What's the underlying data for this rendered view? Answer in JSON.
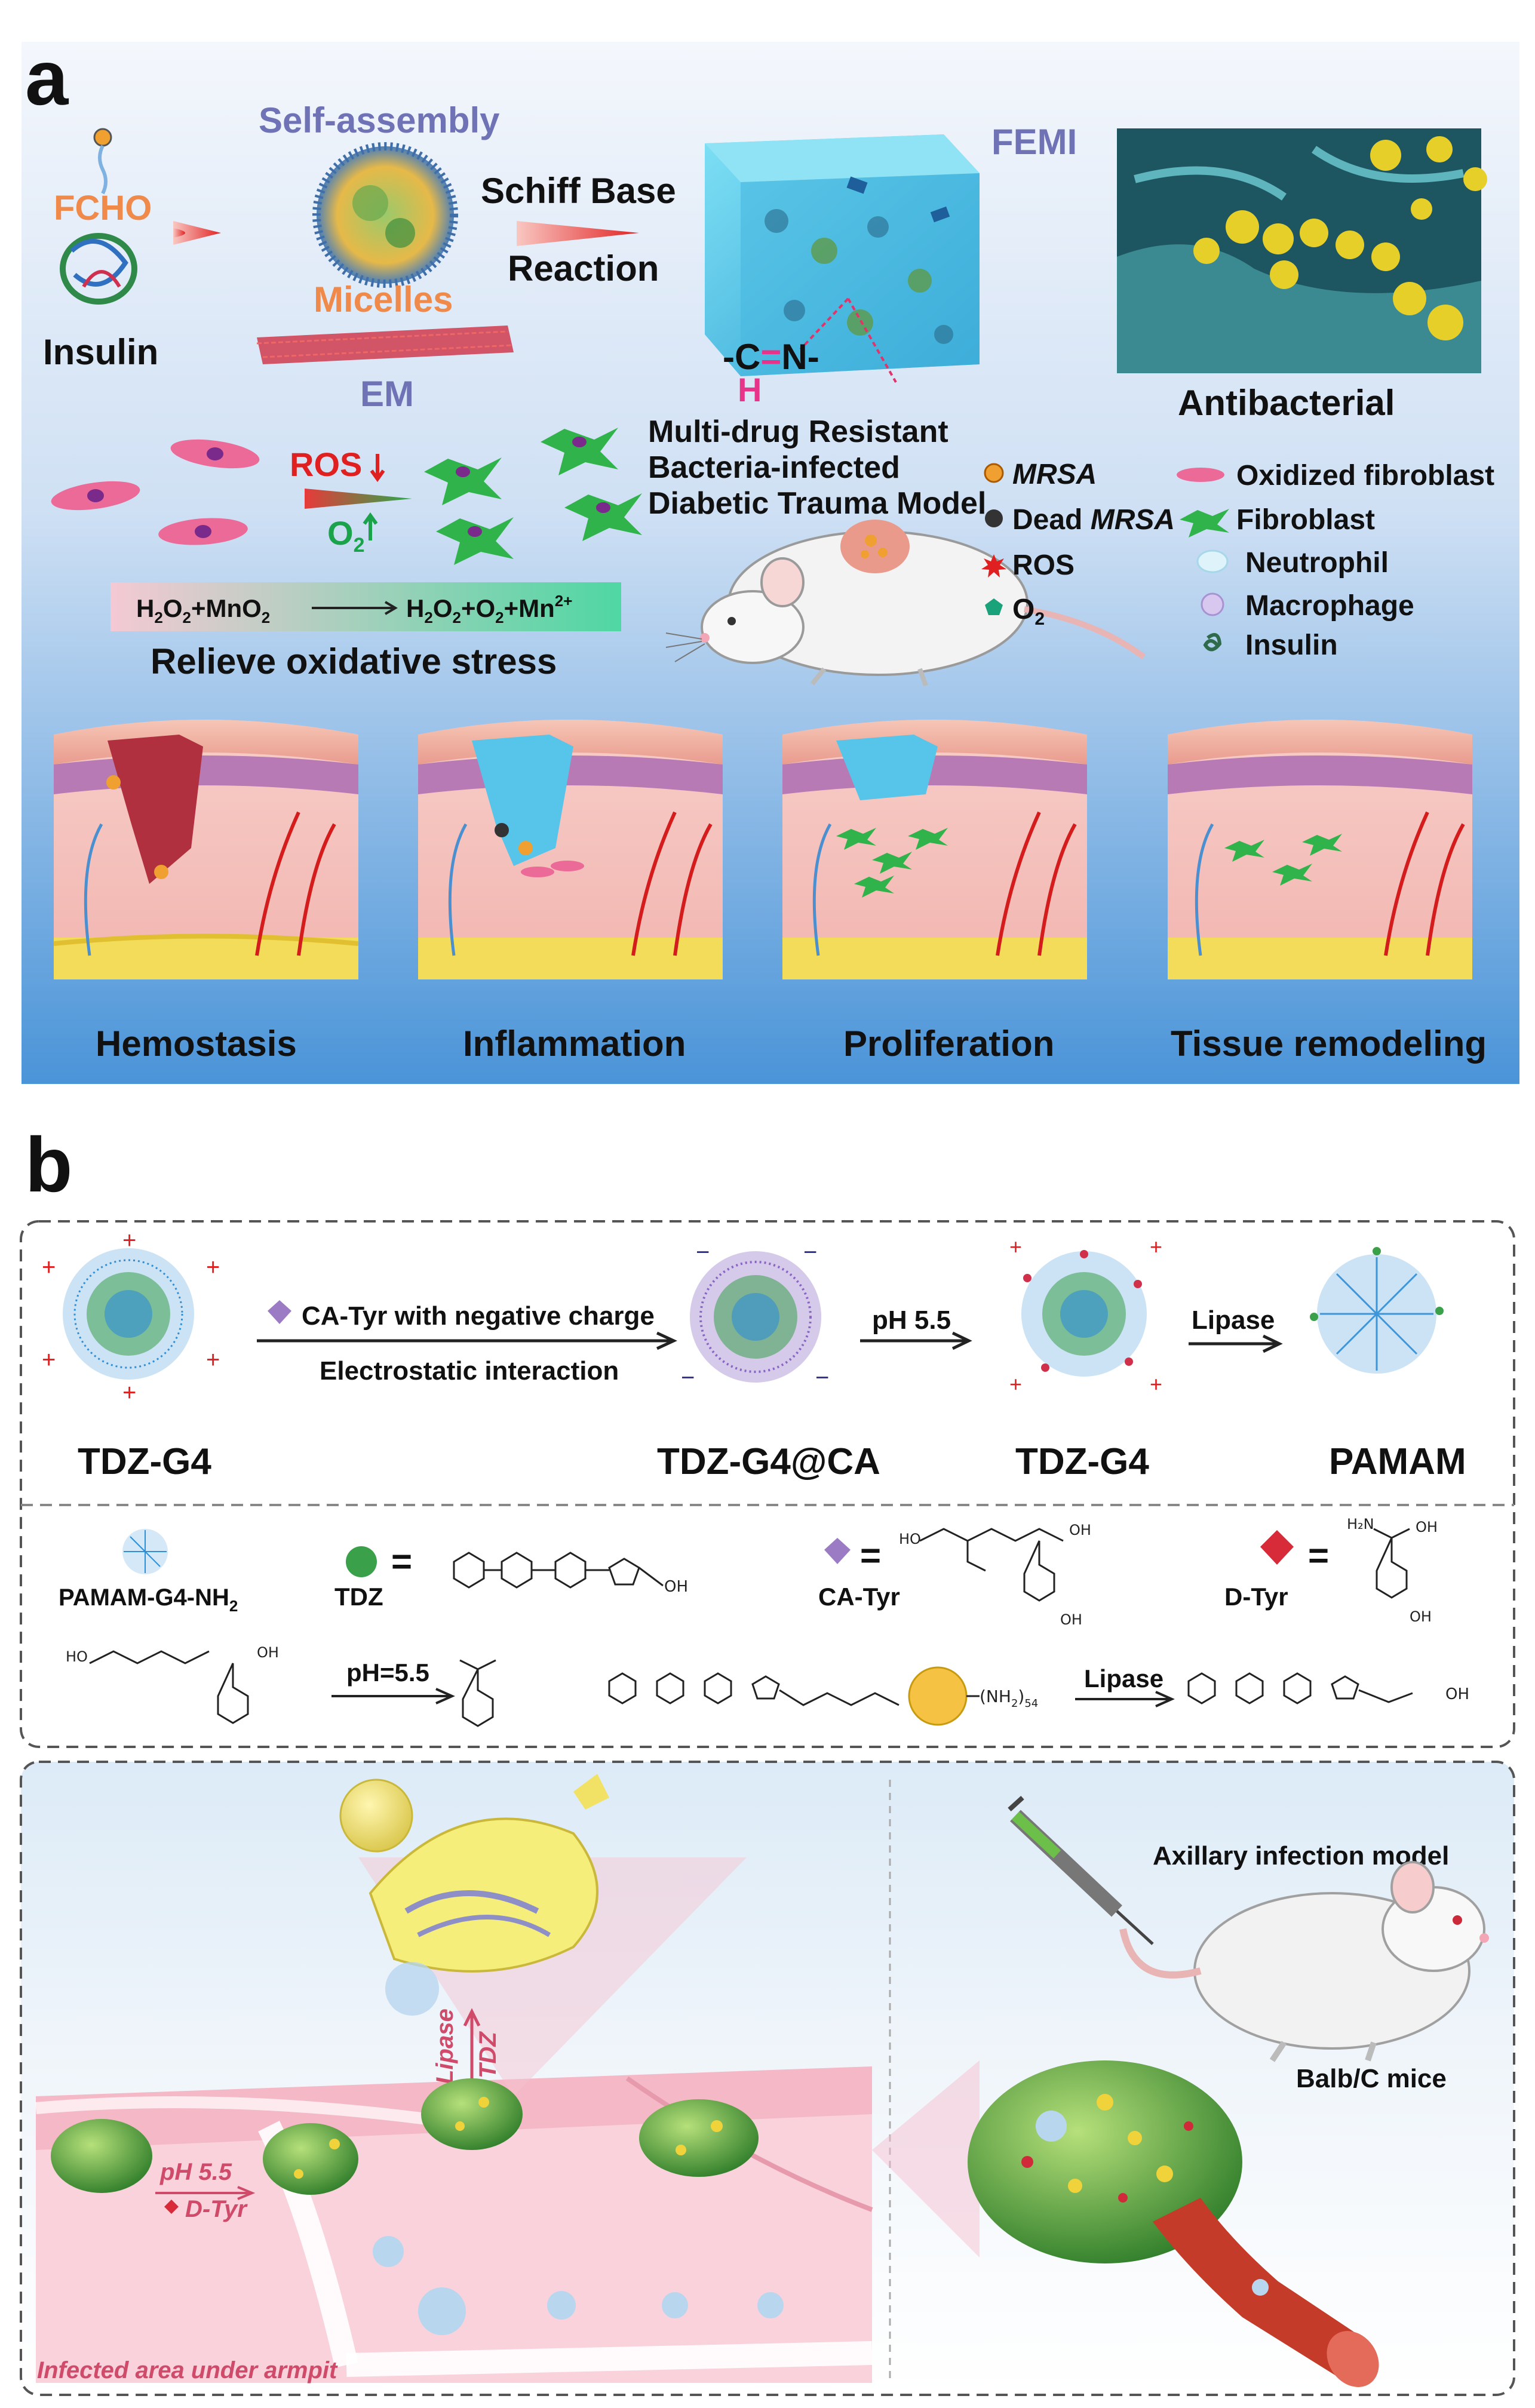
{
  "panel_a": {
    "letter": "a",
    "fcho": "FCHO",
    "insulin": "Insulin",
    "self_assembly": "Self-assembly",
    "micelles": "Micelles",
    "em": "EM",
    "schiff_base": "Schiff Base",
    "reaction": "Reaction",
    "femi": "FEMI",
    "bond_c": "-C",
    "bond_eq": "=",
    "bond_n": "N-",
    "bond_h": "H",
    "antibacterial": "Antibacterial",
    "ros": "ROS",
    "o2": "O",
    "o2_sub": "2",
    "reaction_left_a": "H",
    "reaction_left_b": "2",
    "reaction_left_c": "O",
    "reaction_left_d": "2",
    "reaction_left_e": "+MnO",
    "reaction_left_f": "2",
    "reaction_right_a": "H",
    "reaction_right_b": "2",
    "reaction_right_c": "O",
    "reaction_right_d": "2",
    "reaction_right_e": "+O",
    "reaction_right_f": "2",
    "reaction_right_g": "+Mn",
    "reaction_right_h": "2+",
    "relieve": "Relieve oxidative stress",
    "model_line1": "Multi-drug Resistant",
    "model_line2": "Bacteria-infected",
    "model_line3": "Diabetic Trauma Model",
    "legend_mid": [
      {
        "label": "MRSA",
        "italic": true,
        "prefix": ""
      },
      {
        "label": "MRSA",
        "italic": true,
        "prefix": "Dead "
      },
      {
        "label": "ROS",
        "italic": false,
        "prefix": ""
      },
      {
        "label": "O",
        "italic": false,
        "prefix": "",
        "sub": "2"
      }
    ],
    "legend_right": [
      {
        "label": "Oxidized fibroblast"
      },
      {
        "label": "Fibroblast"
      },
      {
        "label": "Neutrophil"
      },
      {
        "label": "Macrophage"
      },
      {
        "label": "Insulin"
      }
    ],
    "stages": [
      "Hemostasis",
      "Inflammation",
      "Proliferation",
      "Tissue remodeling"
    ],
    "colors": {
      "orange": "#f08a4b",
      "blue_label": "#6f73b6",
      "ros_red": "#e02020",
      "o2_green": "#1aa34a",
      "pink": "#e8338a",
      "bg_top": "#eaf1fb",
      "bg_bottom": "#3f8fd6"
    }
  },
  "panel_b": {
    "letter": "b",
    "ca_tyr_label": "CA-Tyr with  negative charge",
    "electrostatic": "Electrostatic interaction",
    "ph55": "pH 5.5",
    "lipase": "Lipase",
    "particles": [
      "TDZ-G4",
      "TDZ-G4@CA",
      "TDZ-G4",
      "PAMAM"
    ],
    "legend": {
      "pamam": "PAMAM-G4-NH",
      "pamam_sub": "2",
      "tdz": "TDZ",
      "catyr": "CA-Tyr",
      "dtyr": "D-Tyr",
      "eq": "="
    },
    "ph_eq": "pH=5.5",
    "lipase2": "Lipase",
    "nh2_label": "(NH",
    "nh2_sub": "2",
    "nh2_close": ")",
    "nh2_count": "54",
    "axillary": "Axillary infection model",
    "balb": "Balb/C mice",
    "lipase_vert": "Lipase",
    "tdz_vert": "TDZ",
    "ph_lower": "pH 5.5",
    "dtyr_lower": "D-Tyr",
    "infected": "Infected area under armpit"
  }
}
